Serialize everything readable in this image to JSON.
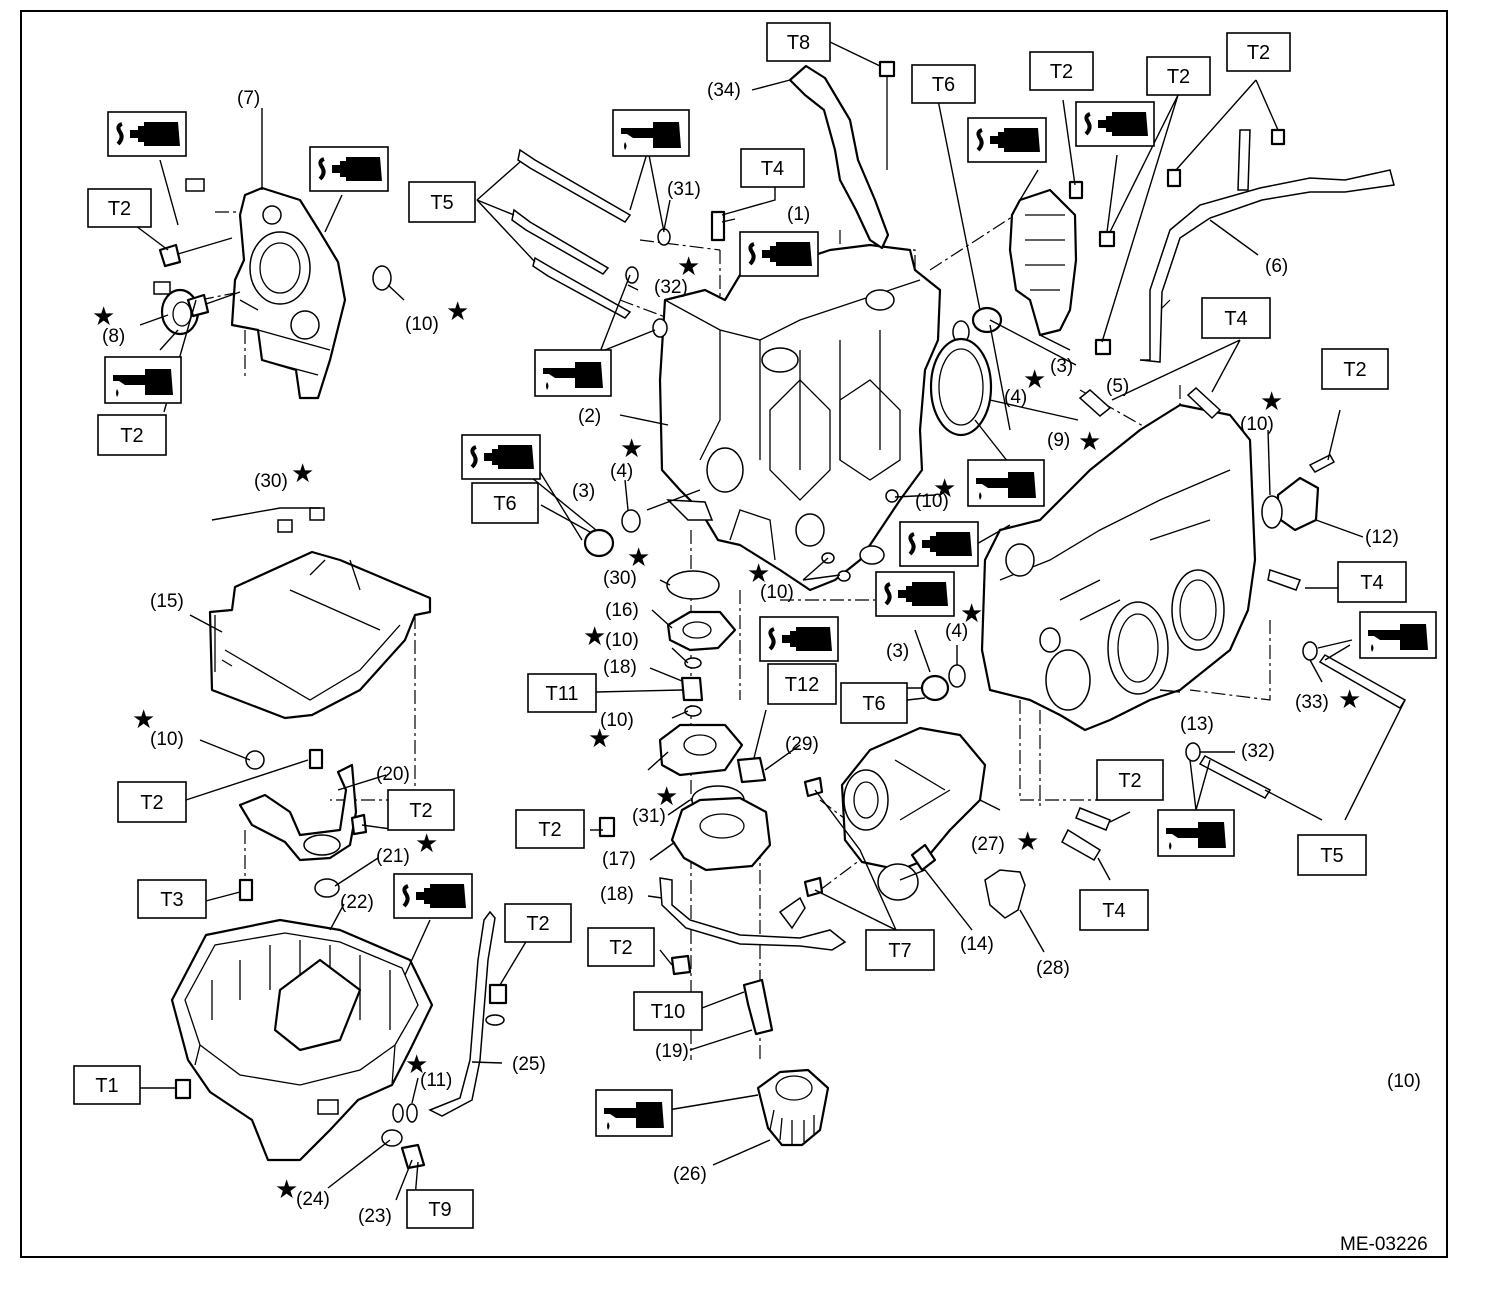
{
  "diagram_code": "ME-03226",
  "star_glyph": "★",
  "icons": {
    "sealant": "sealant-tube-icon",
    "oil": "oil-can-icon"
  },
  "callouts": [
    {
      "id": "c1",
      "text": "(1)"
    },
    {
      "id": "c2",
      "text": "(2)"
    },
    {
      "id": "c3a",
      "text": "(3)"
    },
    {
      "id": "c3b",
      "text": "(3)"
    },
    {
      "id": "c3c",
      "text": "(3)"
    },
    {
      "id": "c4a",
      "text": "(4)"
    },
    {
      "id": "c4b",
      "text": "(4)"
    },
    {
      "id": "c4c",
      "text": "(4)"
    },
    {
      "id": "c5",
      "text": "(5)"
    },
    {
      "id": "c6",
      "text": "(6)"
    },
    {
      "id": "c7",
      "text": "(7)"
    },
    {
      "id": "c8",
      "text": "(8)"
    },
    {
      "id": "c9",
      "text": "(9)"
    },
    {
      "id": "c10a",
      "text": "(10)"
    },
    {
      "id": "c10b",
      "text": "(10)"
    },
    {
      "id": "c10c",
      "text": "(10)"
    },
    {
      "id": "c10d",
      "text": "(10)"
    },
    {
      "id": "c10e",
      "text": "(10)"
    },
    {
      "id": "c10f",
      "text": "(10)"
    },
    {
      "id": "c10g",
      "text": "(10)"
    },
    {
      "id": "c10h",
      "text": "(10)"
    },
    {
      "id": "c11",
      "text": "(11)"
    },
    {
      "id": "c12",
      "text": "(12)"
    },
    {
      "id": "c13",
      "text": "(13)"
    },
    {
      "id": "c14",
      "text": "(14)"
    },
    {
      "id": "c15",
      "text": "(15)"
    },
    {
      "id": "c16",
      "text": "(16)"
    },
    {
      "id": "c17",
      "text": "(17)"
    },
    {
      "id": "c18a",
      "text": "(18)"
    },
    {
      "id": "c18b",
      "text": "(18)"
    },
    {
      "id": "c19",
      "text": "(19)"
    },
    {
      "id": "c20",
      "text": "(20)"
    },
    {
      "id": "c21",
      "text": "(21)"
    },
    {
      "id": "c22",
      "text": "(22)"
    },
    {
      "id": "c23",
      "text": "(23)"
    },
    {
      "id": "c24",
      "text": "(24)"
    },
    {
      "id": "c25",
      "text": "(25)"
    },
    {
      "id": "c26",
      "text": "(26)"
    },
    {
      "id": "c27",
      "text": "(27)"
    },
    {
      "id": "c28",
      "text": "(28)"
    },
    {
      "id": "c29",
      "text": "(29)"
    },
    {
      "id": "c30a",
      "text": "(30)"
    },
    {
      "id": "c30b",
      "text": "(30)"
    },
    {
      "id": "c31a",
      "text": "(31)"
    },
    {
      "id": "c31b",
      "text": "(31)"
    },
    {
      "id": "c32a",
      "text": "(32)"
    },
    {
      "id": "c32b",
      "text": "(32)"
    },
    {
      "id": "c33",
      "text": "(33)"
    },
    {
      "id": "c34",
      "text": "(34)"
    }
  ],
  "torque_boxes": [
    {
      "id": "t8",
      "text": "T8"
    },
    {
      "id": "t6a",
      "text": "T6"
    },
    {
      "id": "t2a",
      "text": "T2"
    },
    {
      "id": "t2b",
      "text": "T2"
    },
    {
      "id": "t2c",
      "text": "T2"
    },
    {
      "id": "t4a",
      "text": "T4"
    },
    {
      "id": "t5a",
      "text": "T5"
    },
    {
      "id": "t2d",
      "text": "T2"
    },
    {
      "id": "t2e",
      "text": "T2"
    },
    {
      "id": "t4b",
      "text": "T4"
    },
    {
      "id": "t2f",
      "text": "T2"
    },
    {
      "id": "t6b",
      "text": "T6"
    },
    {
      "id": "t4c",
      "text": "T4"
    },
    {
      "id": "t11",
      "text": "T11"
    },
    {
      "id": "t12",
      "text": "T12"
    },
    {
      "id": "t6c",
      "text": "T6"
    },
    {
      "id": "t2g",
      "text": "T2"
    },
    {
      "id": "t2h",
      "text": "T2"
    },
    {
      "id": "t2i",
      "text": "T2"
    },
    {
      "id": "t2j",
      "text": "T2"
    },
    {
      "id": "t3",
      "text": "T3"
    },
    {
      "id": "t2k",
      "text": "T2"
    },
    {
      "id": "t2l",
      "text": "T2"
    },
    {
      "id": "t7",
      "text": "T7"
    },
    {
      "id": "t4d",
      "text": "T4"
    },
    {
      "id": "t5b",
      "text": "T5"
    },
    {
      "id": "t10",
      "text": "T10"
    },
    {
      "id": "t1",
      "text": "T1"
    },
    {
      "id": "t9",
      "text": "T9"
    }
  ]
}
